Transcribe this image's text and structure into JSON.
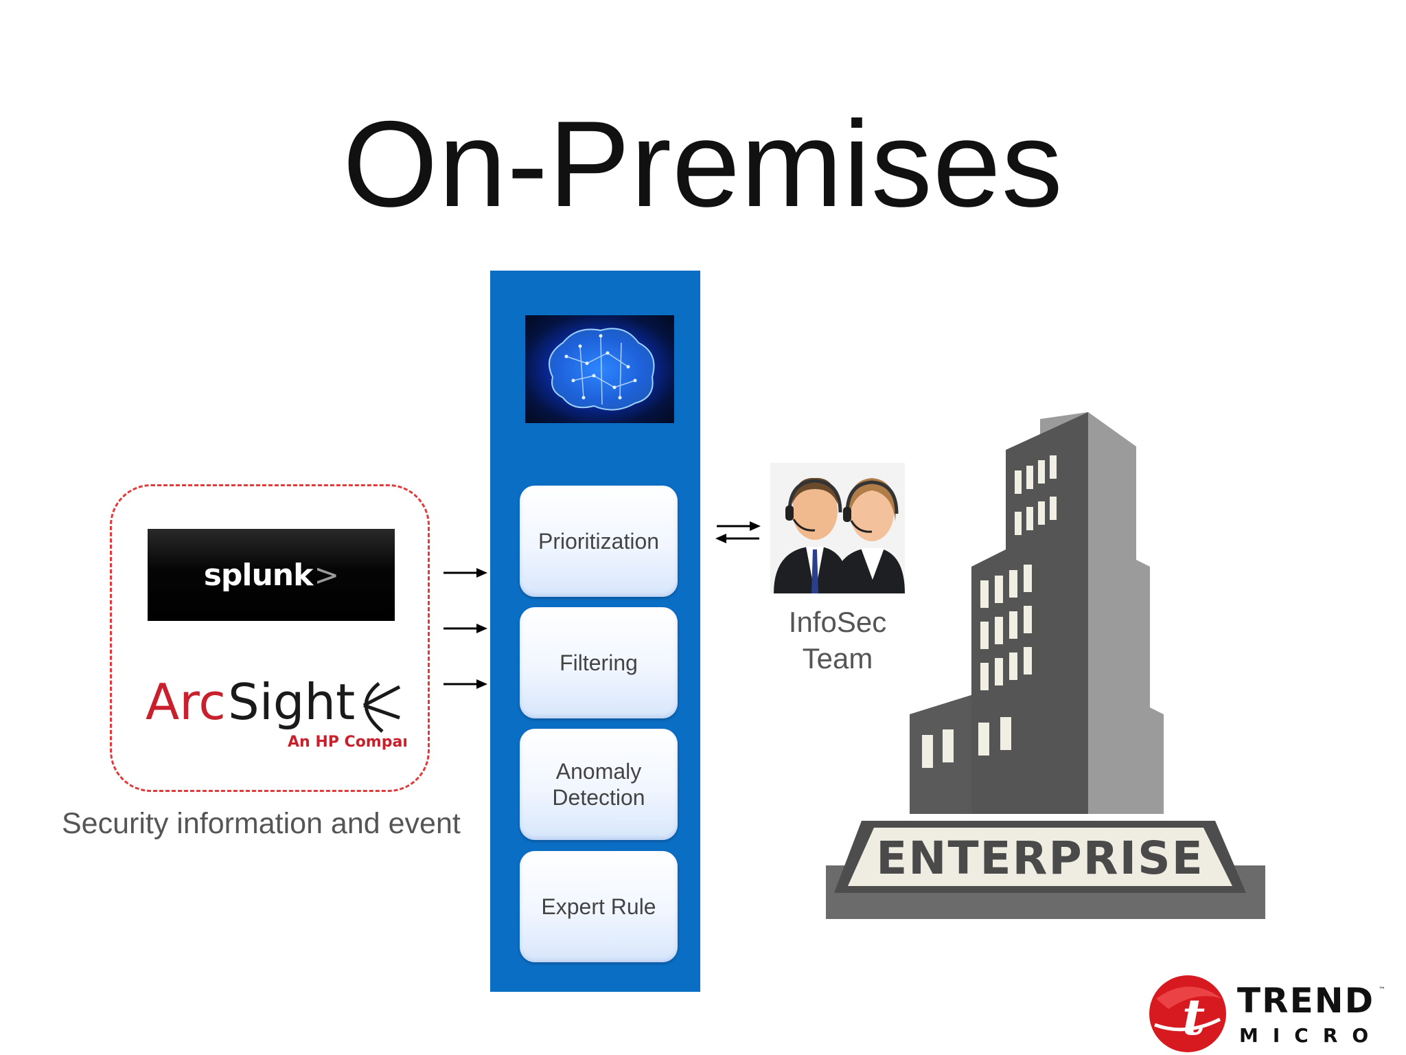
{
  "slide": {
    "title": "On-Premises"
  },
  "siem": {
    "splunk_label": "splunk",
    "splunk_chevron": ">",
    "arcsight_label": "ArcSight",
    "arcsight_sublabel": "An HP Company",
    "caption": "Security information and event"
  },
  "engine": {
    "modules": [
      {
        "lines": [
          "Prioritization"
        ]
      },
      {
        "lines": [
          "Filtering"
        ]
      },
      {
        "lines": [
          "Anomaly",
          "Detection"
        ]
      },
      {
        "lines": [
          "Expert Rule"
        ]
      }
    ]
  },
  "team": {
    "label_line1": "InfoSec",
    "label_line2": "Team"
  },
  "enterprise": {
    "banner": "ENTERPRISE"
  },
  "brand": {
    "line1": "TREND",
    "line2": "MICRO",
    "tm": "™"
  },
  "colors": {
    "engine_blue": "#0b6ec5",
    "siem_dash_red": "#e03a3a",
    "trend_red": "#d71920"
  },
  "icons": {
    "brain": "brain-circuit-image",
    "team": "support-team-headset-icon",
    "building": "enterprise-building-icon",
    "exchange": "bidirectional-arrows-icon"
  }
}
